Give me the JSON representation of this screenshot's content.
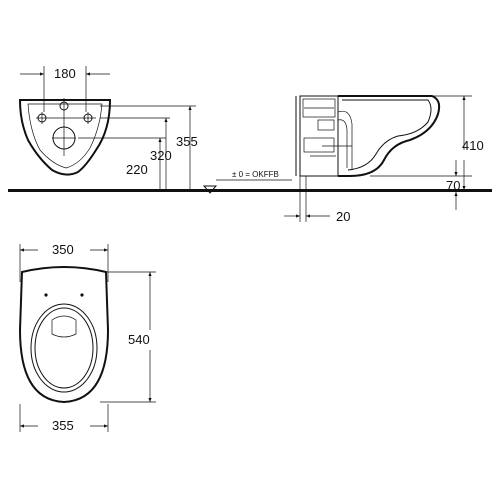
{
  "dimensions": {
    "front_width": "180",
    "front_h_355": "355",
    "front_h_320": "320",
    "front_h_220": "220",
    "floor_note": "± 0 = OKFFB",
    "side_h_410": "410",
    "side_h_70": "70",
    "side_w_20": "20",
    "top_w_350": "350",
    "top_l_540": "540",
    "bottom_w_355": "355"
  }
}
